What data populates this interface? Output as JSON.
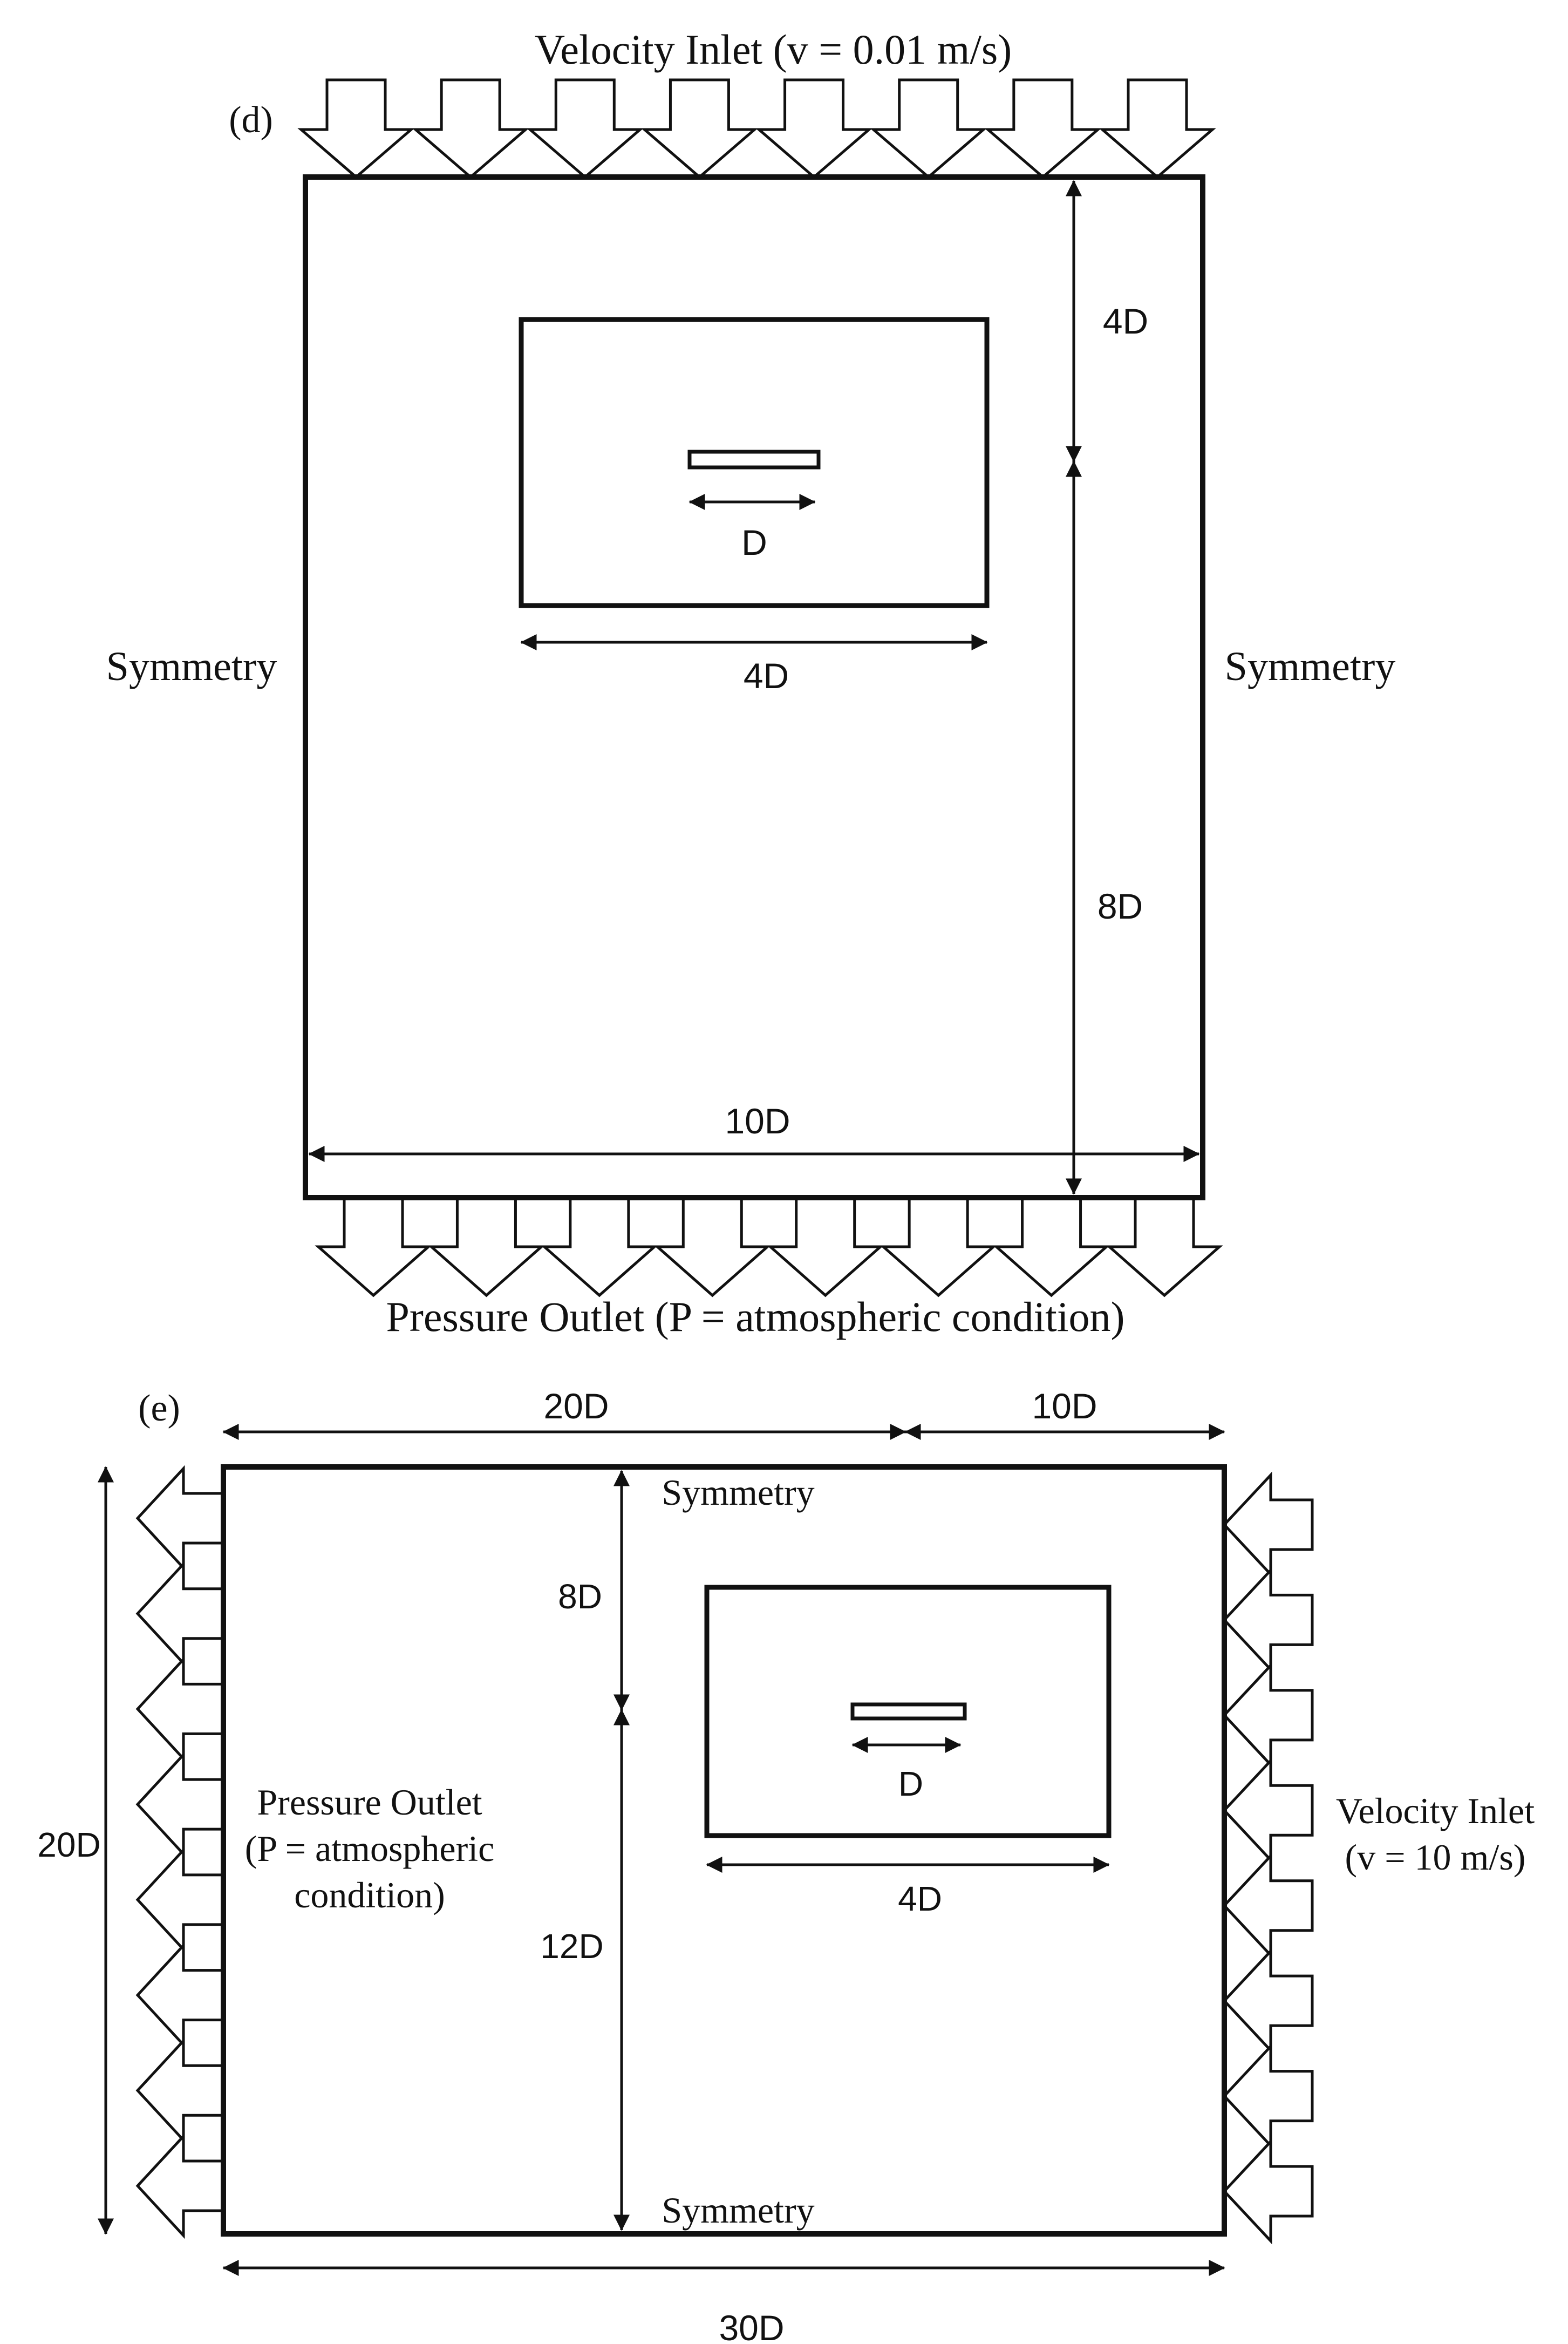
{
  "panel_d": {
    "label": "(d)",
    "top_boundary": "Velocity Inlet (v = 0.01 m/s)",
    "bottom_boundary": "Pressure Outlet (P = atmospheric condition)",
    "left_boundary": "Symmetry",
    "right_boundary": "Symmetry",
    "dim_inner_width": "4D",
    "dim_plate": "D",
    "dim_top_gap": "4D",
    "dim_bottom_gap": "8D",
    "dim_domain_width": "10D"
  },
  "panel_e": {
    "label": "(e)",
    "dim_top_left": "20D",
    "dim_top_right": "10D",
    "top_boundary": "Symmetry",
    "bottom_boundary": "Symmetry",
    "dim_upper_gap": "8D",
    "dim_lower_gap": "12D",
    "dim_height": "20D",
    "dim_plate": "D",
    "dim_inner_width": "4D",
    "dim_domain_width": "30D",
    "left_boundary_line1": "Pressure Outlet",
    "left_boundary_line2": "(P = atmospheric",
    "left_boundary_line3": "condition)",
    "right_boundary_line1": "Velocity Inlet",
    "right_boundary_line2": "(v = 10 m/s)"
  }
}
